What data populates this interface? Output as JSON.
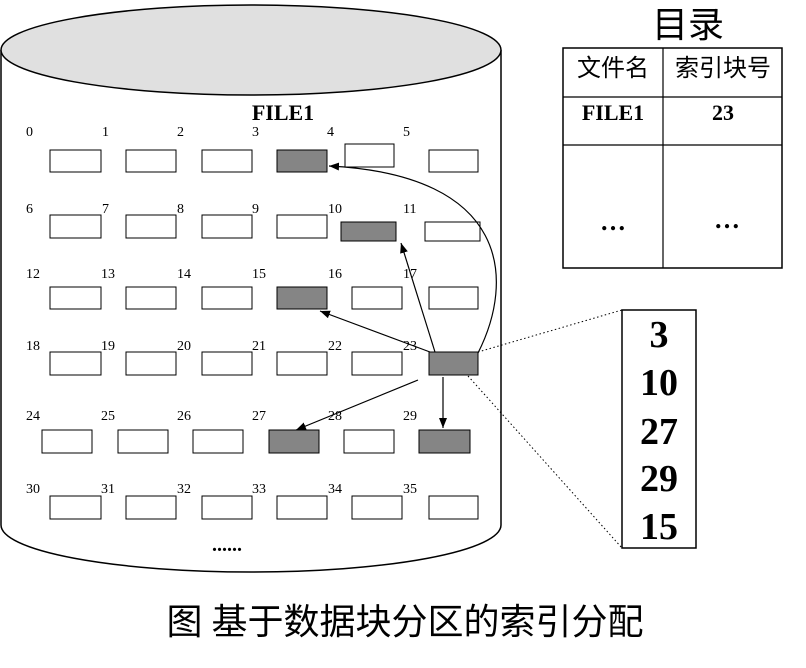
{
  "disk": {
    "file_label": "FILE1",
    "blocks": [
      "0",
      "1",
      "2",
      "3",
      "4",
      "5",
      "6",
      "7",
      "8",
      "9",
      "10",
      "11",
      "12",
      "13",
      "14",
      "15",
      "16",
      "17",
      "18",
      "19",
      "20",
      "21",
      "22",
      "23",
      "24",
      "25",
      "26",
      "27",
      "28",
      "29",
      "30",
      "31",
      "32",
      "33",
      "34",
      "35"
    ],
    "allocated_blocks": [
      3,
      10,
      15,
      27,
      29
    ],
    "index_block": 23,
    "ellipsis": "......"
  },
  "index_block_contents": [
    "3",
    "10",
    "27",
    "29",
    "15"
  ],
  "directory": {
    "title": "目录",
    "headers": [
      "文件名",
      "索引块号"
    ],
    "rows": [
      [
        "FILE1",
        "23"
      ],
      [
        "…",
        "…"
      ]
    ]
  },
  "caption": "图  基于数据块分区的索引分配",
  "colors": {
    "disk_top": "#e0e0e0",
    "allocated": "#858585",
    "free": "#ffffff"
  }
}
